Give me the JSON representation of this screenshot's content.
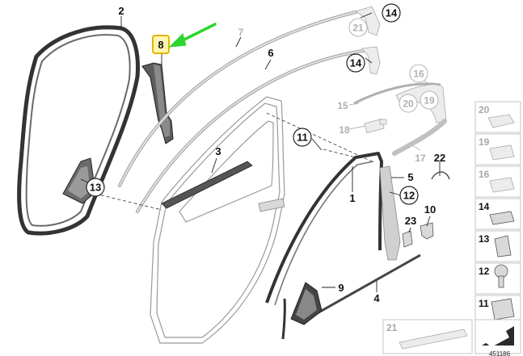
{
  "diagram": {
    "callouts": {
      "c2": "2",
      "c8": "8",
      "c7": "7",
      "c6": "6",
      "c14a": "14",
      "c14b": "14",
      "c21a": "21",
      "c16a": "16",
      "c15": "15",
      "c20a": "20",
      "c19a": "19",
      "c18": "18",
      "c17": "17",
      "c22": "22",
      "c3": "3",
      "c11": "11",
      "c13": "13",
      "c1": "1",
      "c5": "5",
      "c12": "12",
      "c23": "23",
      "c10": "10",
      "c9": "9",
      "c4": "4"
    },
    "sidebar": {
      "s20": "20",
      "s19": "19",
      "s16": "16",
      "s14": "14",
      "s13": "13",
      "s12": "12",
      "s11": "11",
      "s21": "21"
    },
    "doc_number": "451186",
    "highlight_color": "#e6b400",
    "arrow_color": "#2fd52f"
  }
}
